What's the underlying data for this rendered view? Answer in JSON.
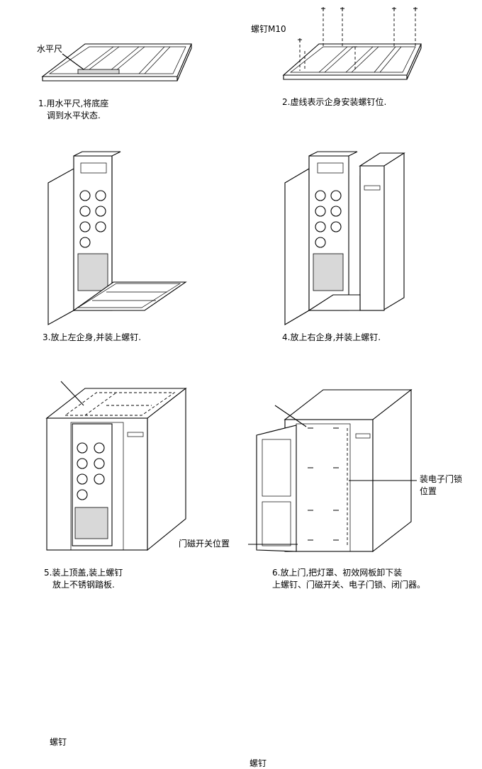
{
  "steps": [
    {
      "caption_line1": "1.用水平尺,将底座",
      "caption_line2": "调到水平状态.",
      "labels": {
        "level": "水平尺"
      }
    },
    {
      "caption_line1": "2.虚线表示企身安装螺钉位.",
      "caption_line2": "",
      "labels": {
        "screw": "螺钉M10"
      }
    },
    {
      "caption_line1": "3.放上左企身,并装上螺钉.",
      "caption_line2": ""
    },
    {
      "caption_line1": "4.放上右企身,并装上螺钉.",
      "caption_line2": ""
    },
    {
      "caption_line1": "5.装上顶盖,装上螺钉",
      "caption_line2": "放上不锈钢踏板.",
      "labels": {
        "screw": "螺钉"
      }
    },
    {
      "caption_line1": "6.放上门,把灯罩、初效网板卸下装",
      "caption_line2": "上螺钉、门磁开关、电子门锁、闭门器。",
      "labels": {
        "screw": "螺钉",
        "lock": "装电子门锁",
        "lock2": "位置",
        "magnet": "门磁开关位置"
      }
    }
  ]
}
